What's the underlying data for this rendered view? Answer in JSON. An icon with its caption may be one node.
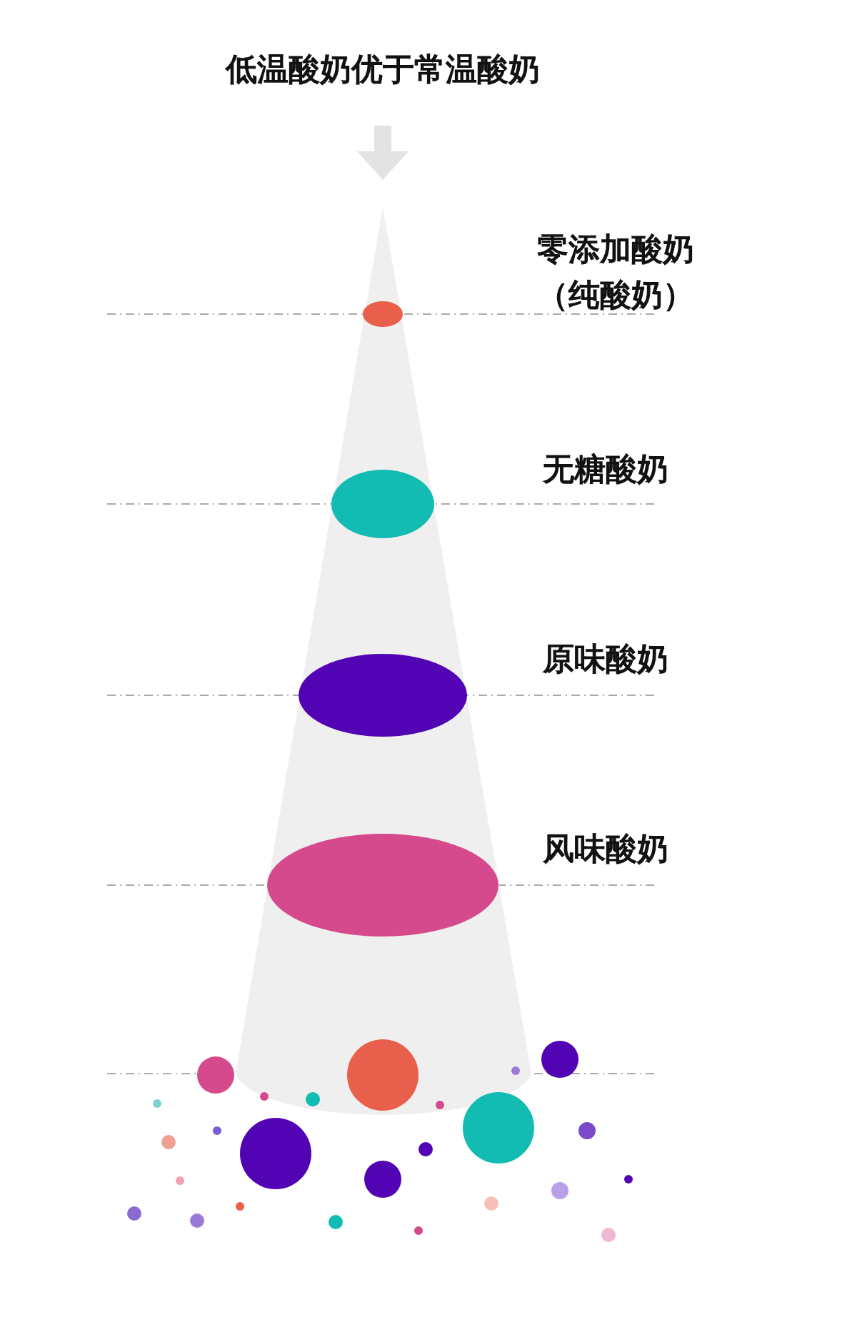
{
  "diagram": {
    "title": "低温酸奶优于常温酸奶",
    "labels": [
      "零添加酸奶（纯酸奶）",
      "无糖酸奶",
      "原味酸奶",
      "风味酸奶"
    ]
  }
}
